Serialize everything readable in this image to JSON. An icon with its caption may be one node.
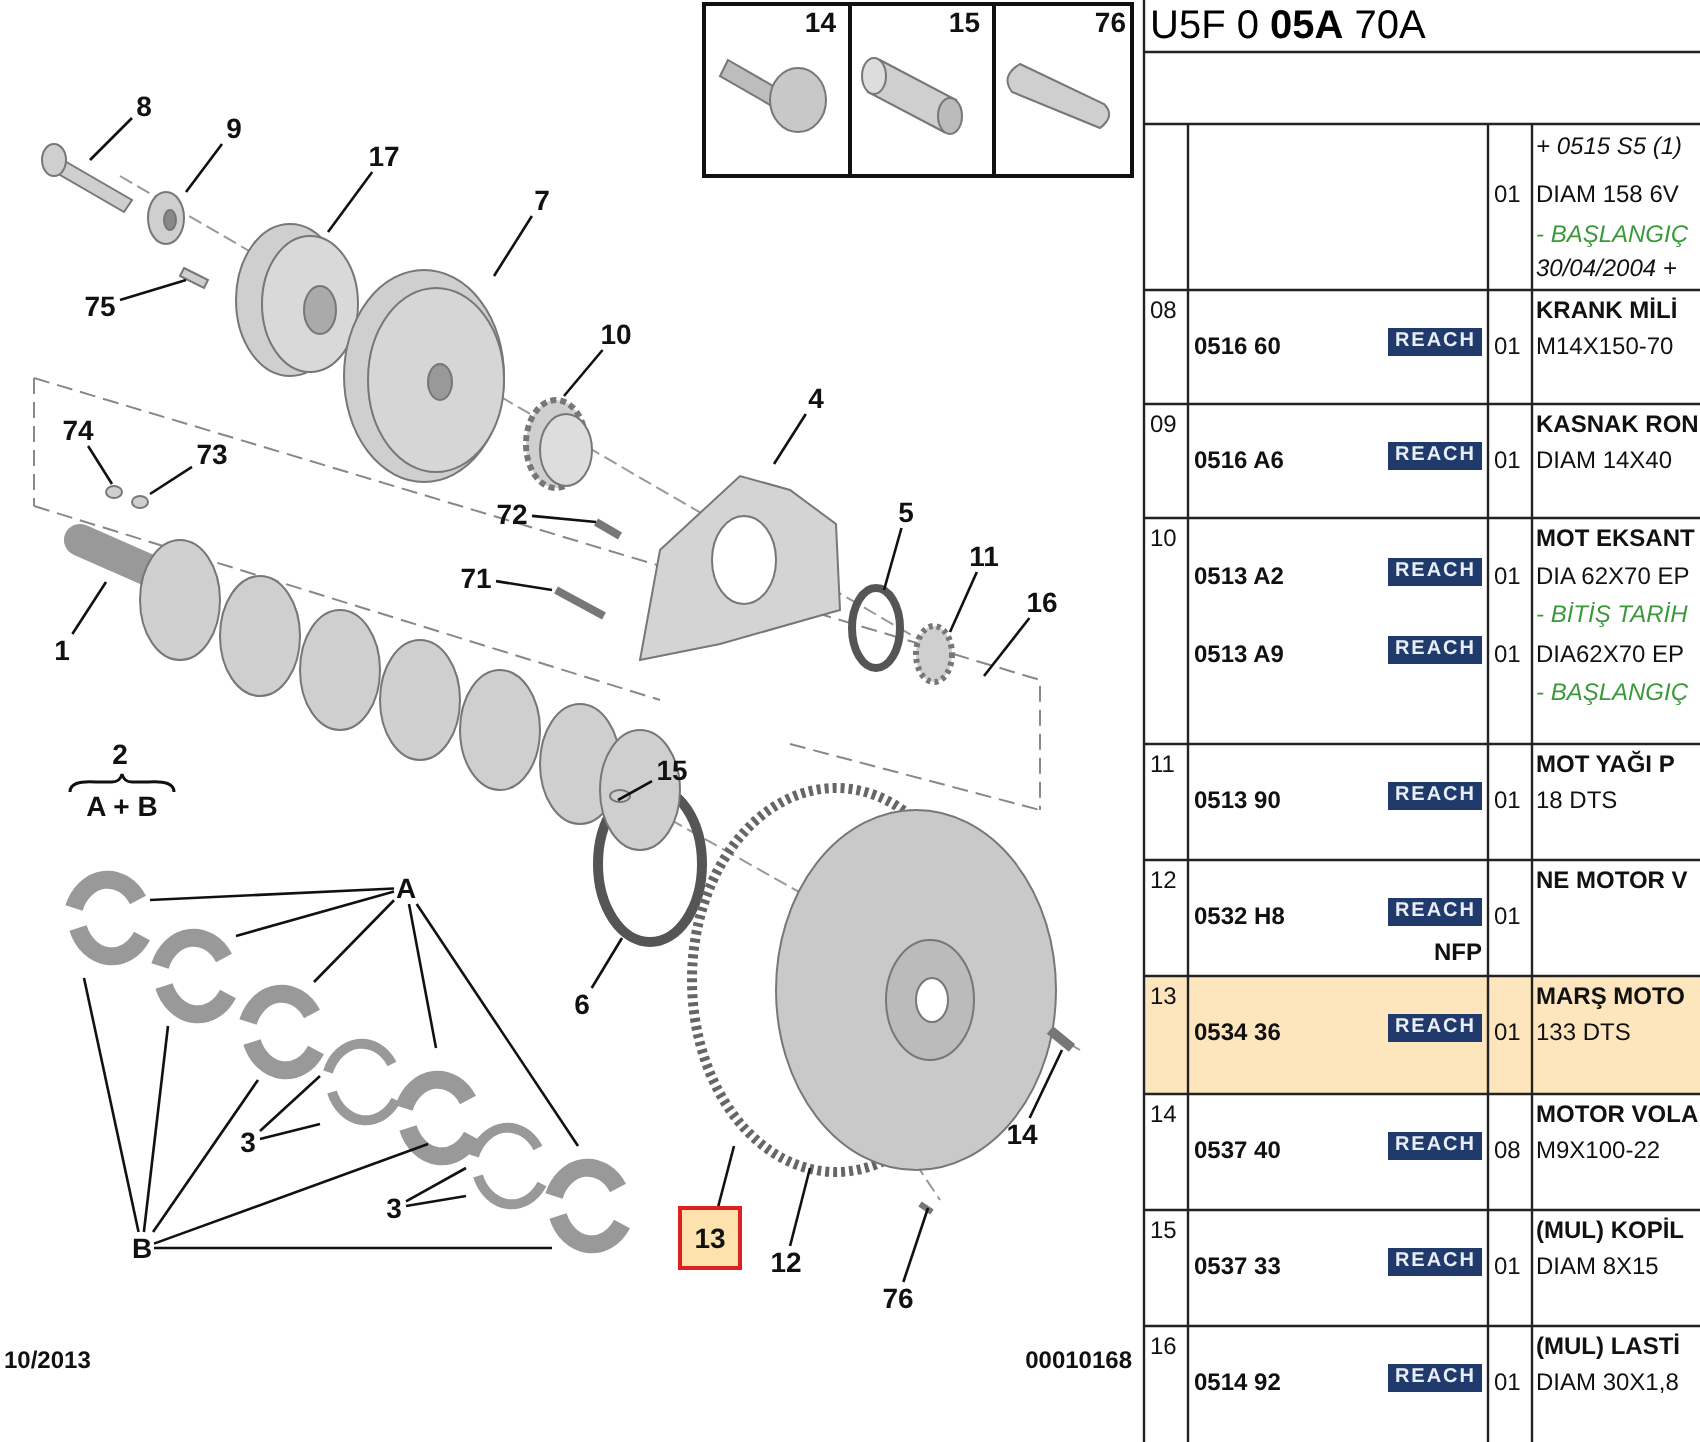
{
  "diagram": {
    "title": "U5F 0 **05A** 70A",
    "nodes": [
      {
        "text": [
          "8"
        ]
      },
      {
        "text": [
          "9"
        ]
      },
      {
        "text": [
          "17"
        ]
      },
      {
        "text": [
          "7"
        ]
      },
      {
        "text": [
          "75"
        ]
      },
      {
        "text": [
          "10"
        ]
      },
      {
        "text": [
          "4"
        ]
      },
      {
        "text": [
          "74"
        ]
      },
      {
        "text": [
          "73"
        ]
      },
      {
        "text": [
          "72"
        ]
      },
      {
        "text": [
          "5"
        ]
      },
      {
        "text": [
          "71"
        ]
      },
      {
        "text": [
          "11"
        ]
      },
      {
        "text": [
          "16"
        ]
      },
      {
        "text": [
          "1"
        ]
      },
      {
        "text": [
          "15"
        ]
      },
      {
        "text": [
          "6"
        ]
      },
      {
        "text": [
          "A"
        ]
      },
      {
        "text": [
          "3"
        ]
      },
      {
        "text": [
          "3"
        ]
      },
      {
        "text": [
          "B"
        ]
      },
      {
        "text": [
          "14"
        ]
      },
      {
        "text": [
          "13"
        ]
      },
      {
        "text": [
          "12"
        ]
      },
      {
        "text": [
          "76"
        ]
      }
    ],
    "edges": [
      {
        "from": 0,
        "to": null,
        "arrow": "none"
      },
      {
        "from": 1,
        "to": null,
        "arrow": "none"
      },
      {
        "from": 2,
        "to": null,
        "arrow": "none"
      },
      {
        "from": 3,
        "to": null,
        "arrow": "none"
      },
      {
        "from": 4,
        "to": null,
        "arrow": "none"
      },
      {
        "from": 5,
        "to": null,
        "arrow": "none"
      },
      {
        "from": 6,
        "to": null,
        "arrow": "none"
      },
      {
        "from": 7,
        "to": null,
        "arrow": "none"
      },
      {
        "from": 8,
        "to": null,
        "arrow": "none"
      },
      {
        "from": 9,
        "to": null,
        "arrow": "none"
      },
      {
        "from": 10,
        "to": null,
        "arrow": "none"
      },
      {
        "from": 11,
        "to": null,
        "arrow": "none"
      },
      {
        "from": 12,
        "to": null,
        "arrow": "none"
      },
      {
        "from": 13,
        "to": null,
        "arrow": "none"
      },
      {
        "from": 14,
        "to": null,
        "arrow": "none"
      },
      {
        "from": 15,
        "to": null,
        "arrow": "none"
      },
      {
        "from": 16,
        "to": null,
        "arrow": "none"
      },
      {
        "from": 17,
        "to": null,
        "arrow": "none"
      },
      {
        "from": 17,
        "to": null,
        "arrow": "none"
      },
      {
        "from": 17,
        "to": null,
        "arrow": "none"
      },
      {
        "from": 17,
        "to": null,
        "arrow": "none"
      },
      {
        "from": 17,
        "to": null,
        "arrow": "none"
      },
      {
        "from": 18,
        "to": null,
        "arrow": "none"
      },
      {
        "from": 18,
        "to": null,
        "arrow": "none"
      },
      {
        "from": 19,
        "to": null,
        "arrow": "none"
      },
      {
        "from": 19,
        "to": null,
        "arrow": "none"
      },
      {
        "from": 20,
        "to": null,
        "arrow": "none"
      },
      {
        "from": 20,
        "to": null,
        "arrow": "none"
      },
      {
        "from": 20,
        "to": null,
        "arrow": "none"
      },
      {
        "from": 20,
        "to": null,
        "arrow": "none"
      },
      {
        "from": 20,
        "to": null,
        "arrow": "none"
      },
      {
        "from": 21,
        "to": null,
        "arrow": "none"
      },
      {
        "from": 22,
        "to": null,
        "arrow": "none"
      },
      {
        "from": 23,
        "to": null,
        "arrow": "none"
      },
      {
        "from": 24,
        "to": null,
        "arrow": "none"
      }
    ],
    "labels": [
      "2",
      "A + B",
      "14",
      "15",
      "76",
      "10/2013",
      "00010168",
      "01",
      "+ 0515 S5 (1)",
      "DIAM 158 6V",
      "- BAŞLANGIÇ",
      "30/04/2004 +",
      "08",
      "0516 60",
      "REACH",
      "01",
      "KRANK MİLİ",
      "M14X150-70",
      "09",
      "0516 A6",
      "REACH",
      "01",
      "KASNAK RON",
      "DIAM 14X40",
      "10",
      "0513 A2",
      "REACH",
      "01",
      "MOT EKSANT",
      "DIA 62X70 EP",
      "- BİTİŞ TARİH",
      "0513 A9",
      "REACH",
      "01",
      "DIA62X70 EP",
      "- BAŞLANGIÇ",
      "11",
      "0513 90",
      "REACH",
      "01",
      "MOT YAĞI P",
      "18 DTS",
      "12",
      "0532 H8",
      "REACH",
      "01",
      "NE MOTOR V",
      "NFP",
      "13",
      "0534 36",
      "REACH",
      "01",
      "MARŞ MOTO",
      "133 DTS",
      "14",
      "0537 40",
      "REACH",
      "08",
      "MOTOR VOLA",
      "M9X100-22",
      "15",
      "0537 33",
      "REACH",
      "01",
      "(MUL) KOPİL",
      "DIAM 8X15",
      "16",
      "0514 92",
      "REACH",
      "01",
      "(MUL) LASTİ",
      "DIAM 30X1,8"
    ]
  }
}
